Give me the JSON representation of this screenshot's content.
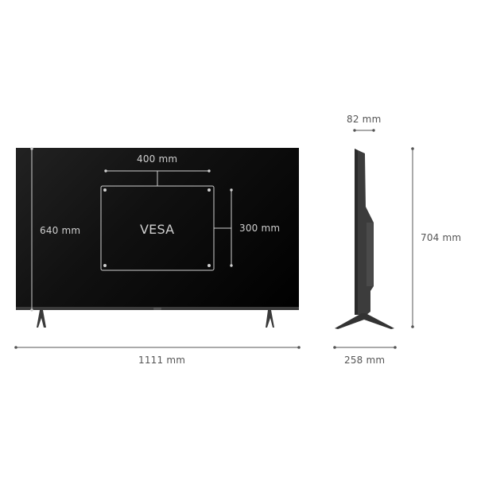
{
  "front_view": {
    "width_label": "1111 mm",
    "height_label": "640 mm",
    "vesa": {
      "label": "VESA",
      "width_label": "400 mm",
      "height_label": "300 mm"
    }
  },
  "side_view": {
    "depth_label": "82 mm",
    "height_label": "704 mm",
    "stand_depth_label": "258 mm"
  },
  "colors": {
    "dimension_line": "#555555",
    "screen": "#000000",
    "screen_line": "#cfcfcf"
  }
}
